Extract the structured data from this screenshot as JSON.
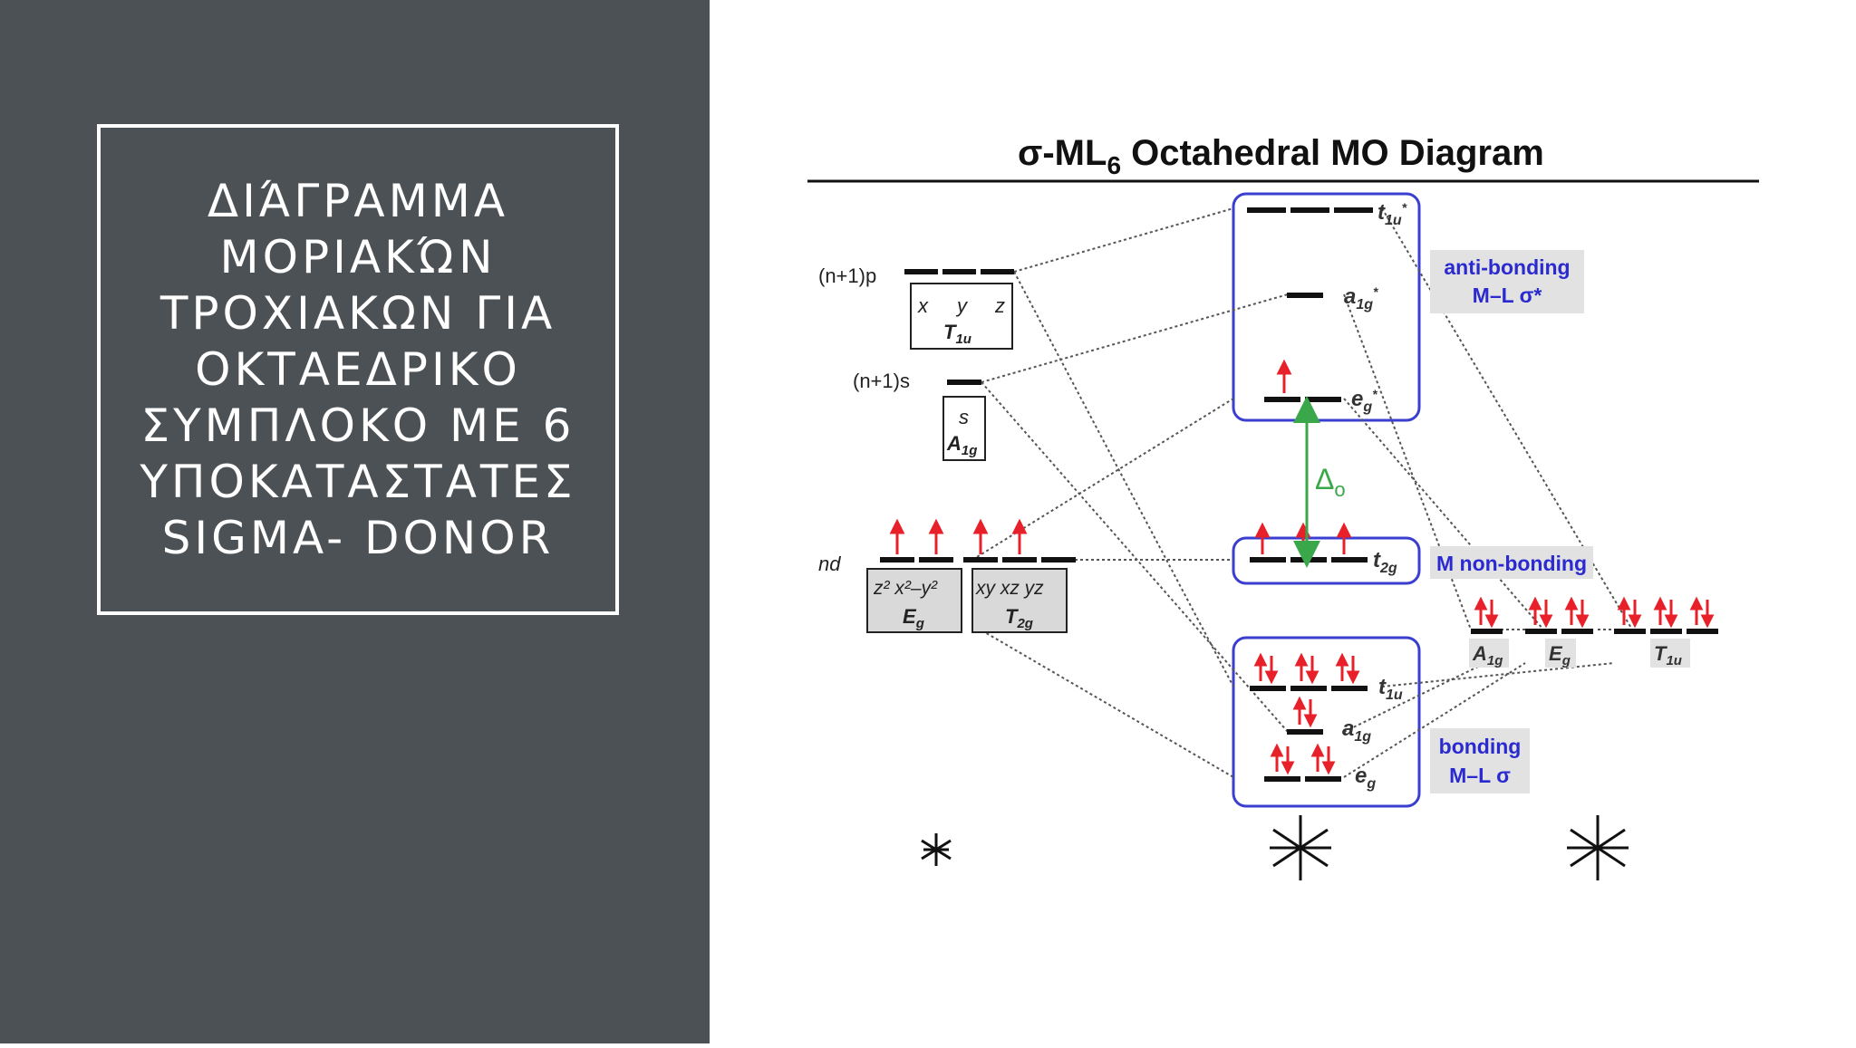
{
  "slide": {
    "title": "ΔΙΆΓΡΑΜΜΑ\nΜΟΡΙΑΚΏΝ\nΤΡΟΧΙΑΚΩΝ ΓΙΑ\nΟΚΤΑΕΔΡΙΚΟ\nΣΥΜΠΛΟΚΟ ΜΕ 6\nΥΠΟΚΑΤΑΣΤΑΤΕΣ\nSIGMA- DONOR"
  },
  "diagram": {
    "title_prefix": "σ-ML",
    "title_sub": "6",
    "title_suffix": " Octahedral MO Diagram",
    "metal": {
      "p_label": "(n+1)p",
      "p_components": [
        "x",
        "y",
        "z"
      ],
      "p_sym": "T",
      "p_sym_sub": "1u",
      "s_label": "(n+1)s",
      "s_component": "s",
      "s_sym": "A",
      "s_sym_sub": "1g",
      "d_label": "nd",
      "eg_components": "z² x²–y²",
      "eg_sym": "E",
      "eg_sym_sub": "g",
      "t2g_components": "xy xz yz",
      "t2g_sym": "T",
      "t2g_sym_sub": "2g"
    },
    "mo": {
      "t1u_star": "t",
      "t1u_star_sub": "1u",
      "a1g_star": "a",
      "a1g_star_sub": "1g",
      "eg_star": "e",
      "eg_star_sub": "g",
      "t2g": "t",
      "t2g_sub": "2g",
      "t1u": "t",
      "t1u_sub": "1u",
      "a1g": "a",
      "a1g_sub": "1g",
      "eg": "e",
      "eg_sub": "g",
      "delta": "Δ",
      "delta_sub": "o"
    },
    "ligand": {
      "a1g": "A",
      "a1g_sub": "1g",
      "eg": "E",
      "eg_sub": "g",
      "t1u": "T",
      "t1u_sub": "1u"
    },
    "region_labels": {
      "antibonding_1": "anti-bonding",
      "antibonding_2": "M–L σ*",
      "nonbonding": "M non-bonding",
      "bonding_1": "bonding",
      "bonding_2": "M–L σ"
    },
    "colors": {
      "electron": "#e8202a",
      "region_box": "#3a3fd0",
      "region_text": "#2a2ad0",
      "label_bg": "#e2e2e2",
      "delta_arrow": "#3aa84a",
      "level": "#111111"
    }
  }
}
